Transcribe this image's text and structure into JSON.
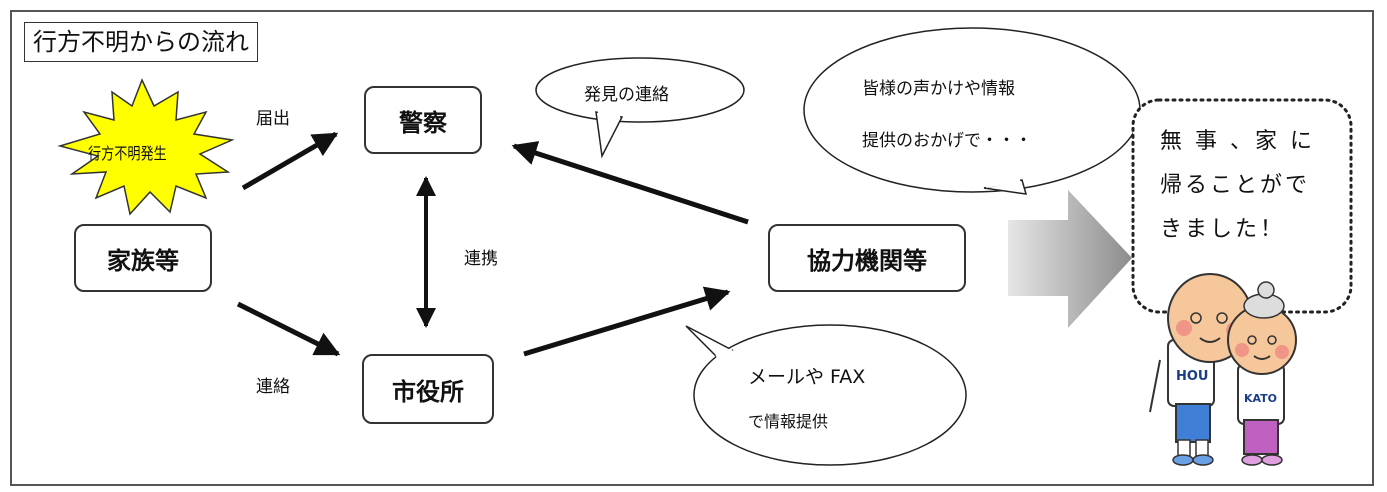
{
  "title": "行方不明からの流れ",
  "nodes": {
    "family": "家族等",
    "police": "警察",
    "city_hall": "市役所",
    "cooperating": "協力機関等"
  },
  "burst": "行方不明発生",
  "labels": {
    "report": "届出",
    "cooperation": "連携",
    "contact": "連絡"
  },
  "bubbles": {
    "discovery": "発見の連絡",
    "thanks_line1": "皆様の声かけや情報",
    "thanks_line2": "提供のおかげで・・・",
    "mail_line1": "メールや FAX",
    "mail_line2": "で情報提供"
  },
  "callout": "無 事 、家 に\n帰ることがで\nきました！",
  "characters": {
    "left_shirt": "HOU",
    "right_shirt": "KATO"
  },
  "colors": {
    "burst_fill": "#ffff00",
    "arrow": "#111111",
    "gradient_start": "#e6e6e6",
    "gradient_end": "#8c8c8c"
  }
}
